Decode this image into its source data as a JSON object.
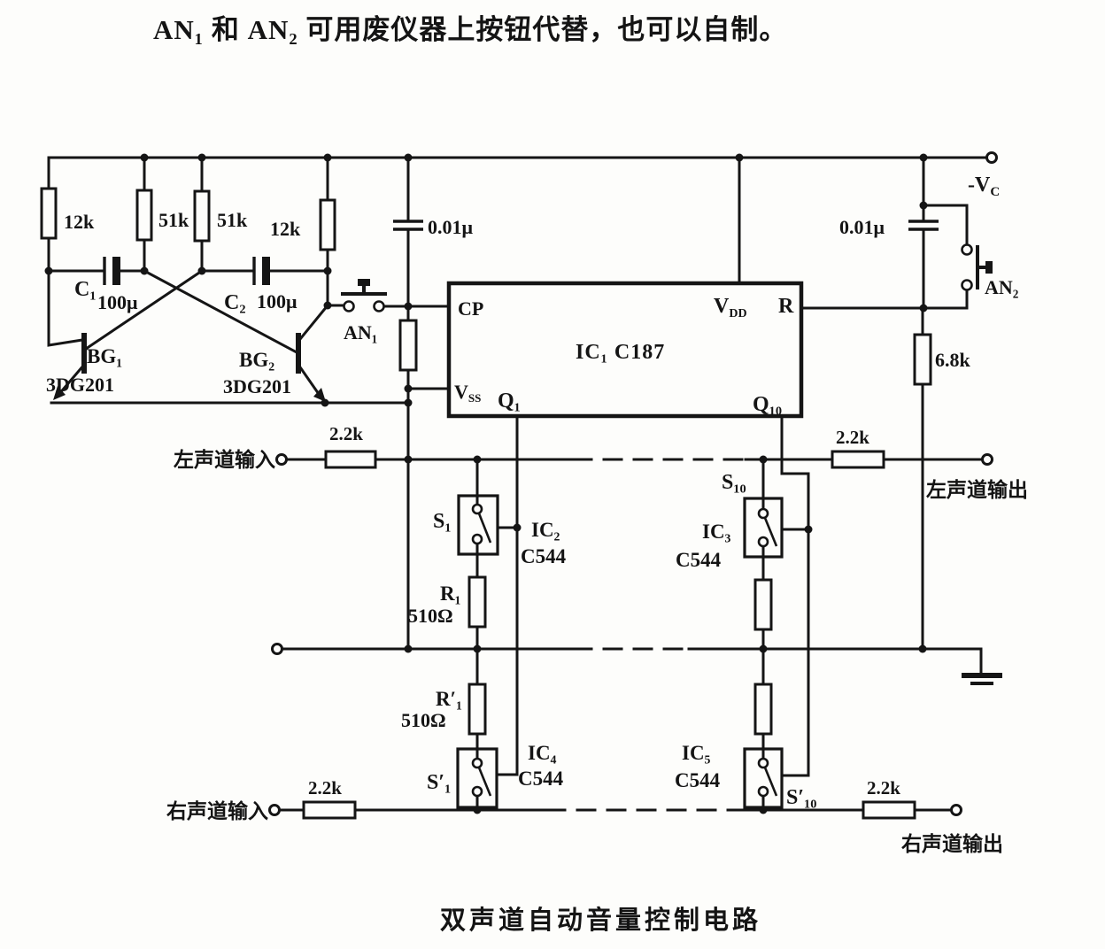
{
  "page": {
    "top_note": "AN₁ 和 AN₂ 可用废仪器上按钮代替，也可以自制。",
    "caption": "双声道自动音量控制电路"
  },
  "power": {
    "vc_main": "-V",
    "vc_sub": "C"
  },
  "oscillator": {
    "r_12k_left": "12k",
    "r_51k_left": "51k",
    "r_51k_right": "51k",
    "r_12k_right": "12k",
    "c1": "C₁",
    "c1_value": "100μ",
    "c2": "C₂",
    "c2_value": "100μ",
    "bg1": "BG₁",
    "bg1_type": "3DG201",
    "bg2": "BG₂",
    "bg2_type": "3DG201"
  },
  "buttons": {
    "an1": "AN₁",
    "an2": "AN₂"
  },
  "timing": {
    "cap_left": "0.01μ",
    "cap_right": "0.01μ",
    "r_68k": "6.8k"
  },
  "ic1": {
    "label": "IC₁ C187",
    "cp": "CP",
    "vdd_main": "V",
    "vdd_sub": "DD",
    "r_pin": "R",
    "vss_main": "V",
    "vss_sub": "SS",
    "q1": "Q₁",
    "q10": "Q₁₀"
  },
  "left_channel": {
    "input_label": "左声道输入",
    "input_r": "2.2k",
    "output_r": "2.2k",
    "output_label": "左声道输出",
    "s1": "S₁",
    "ic2": "IC₂",
    "ic2_type": "C544",
    "r1": "R₁",
    "r1_value": "510Ω",
    "s10": "S₁₀",
    "ic3": "IC₃",
    "ic3_type": "C544"
  },
  "right_channel": {
    "input_label": "右声道输入",
    "input_r": "2.2k",
    "output_r": "2.2k",
    "output_label": "右声道输出",
    "r1p": "R′₁",
    "r1p_value": "510Ω",
    "s1p": "S′₁",
    "ic4": "IC₄",
    "ic4_type": "C544",
    "ic5": "IC₅",
    "ic5_type": "C544",
    "s10p": "S′₁₀"
  }
}
